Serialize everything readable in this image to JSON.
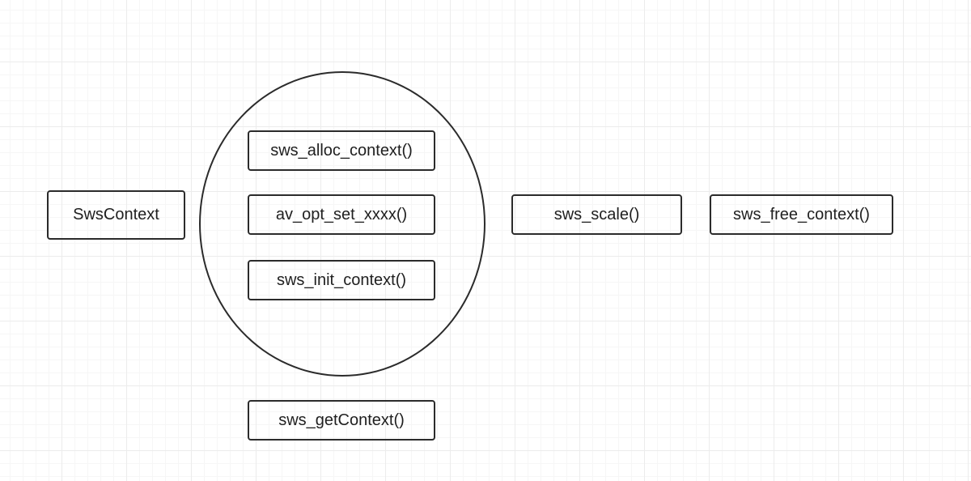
{
  "diagram": {
    "nodes": {
      "sws_context": "SwsContext",
      "alloc_context": "sws_alloc_context()",
      "opt_set": "av_opt_set_xxxx()",
      "init_context": "sws_init_context()",
      "get_context": "sws_getContext()",
      "scale": "sws_scale()",
      "free_context": "sws_free_context()"
    }
  }
}
